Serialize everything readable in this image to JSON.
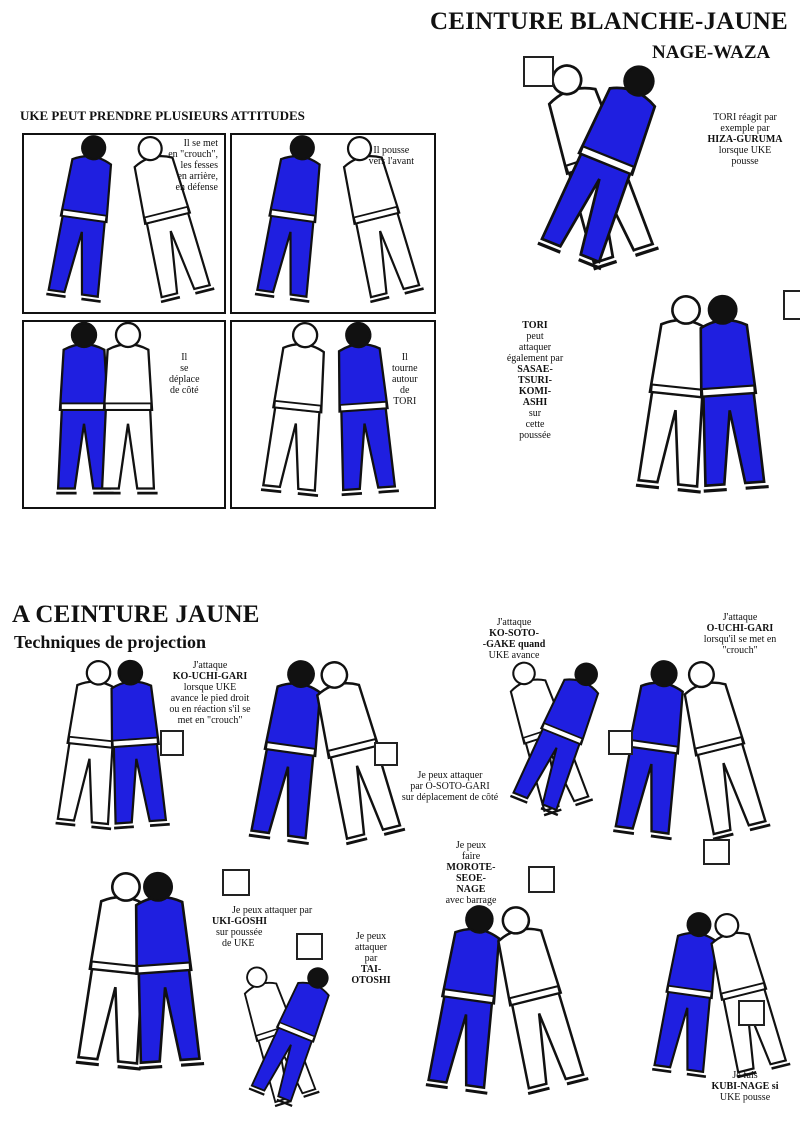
{
  "header": {
    "title": "CEINTURE BLANCHE-JAUNE",
    "subtitle": "NAGE-WAZA"
  },
  "section1": {
    "heading": "UKE PEUT PRENDRE PLUSIEURS ATTITUDES",
    "panels": [
      {
        "lines": [
          "Il se met",
          "en \"crouch\",",
          "les fesses",
          "en arrière,",
          "en défense"
        ]
      },
      {
        "lines": [
          "Il pousse",
          "vers l'avant"
        ]
      },
      {
        "lines": [
          "Il",
          "se",
          "déplace",
          "de côté"
        ]
      },
      {
        "lines": [
          "Il",
          "tourne",
          "autour",
          "de",
          "TORI"
        ]
      }
    ],
    "hiza_guruma": {
      "lines": [
        "TORI réagit par",
        "exemple par",
        "HIZA-GURUMA",
        "lorsque UKE",
        "pousse"
      ]
    },
    "sasae": {
      "lines": [
        "TORI",
        "peut",
        "attaquer",
        "également par",
        "SASAE-",
        "TSURI-",
        "KOMI-",
        "ASHI",
        "sur",
        "cette",
        "poussée"
      ]
    }
  },
  "section2": {
    "heading": "A CEINTURE JAUNE",
    "subheading": "Techniques de projection",
    "techniques": {
      "ko_uchi_gari": {
        "lines": [
          "J'attaque",
          "KO-UCHI-GARI",
          "lorsque UKE",
          "avance le pied droit",
          "ou en réaction s'il se",
          "met en \"crouch\""
        ]
      },
      "o_soto_gari": {
        "lines": [
          "Je peux attaquer",
          "par O-SOTO-GARI",
          "sur déplacement de côté"
        ]
      },
      "ko_soto_gake": {
        "lines": [
          "J'attaque",
          "KO-SOTO-",
          "-GAKE quand",
          "UKE avance"
        ]
      },
      "o_uchi_gari": {
        "lines": [
          "J'attaque",
          "O-UCHI-GARI",
          "lorsqu'il se met en",
          "\"crouch\""
        ]
      },
      "uki_goshi": {
        "lines": [
          "Je peux attaquer par",
          "UKI-GOSHI",
          "sur poussée",
          "de UKE"
        ]
      },
      "tai_otoshi": {
        "lines": [
          "Je peux",
          "attaquer",
          "par",
          "TAI-",
          "OTOSHI"
        ]
      },
      "morote": {
        "lines": [
          "Je peux",
          "faire",
          "MOROTE-",
          "SEOE-",
          "NAGE",
          "avec barrage"
        ]
      },
      "kubi_nage": {
        "lines": [
          "Je fais",
          "KUBI-NAGE si",
          "UKE pousse"
        ]
      }
    }
  },
  "colors": {
    "judogi_blue": "#1f1fe0",
    "ink": "#111111"
  }
}
